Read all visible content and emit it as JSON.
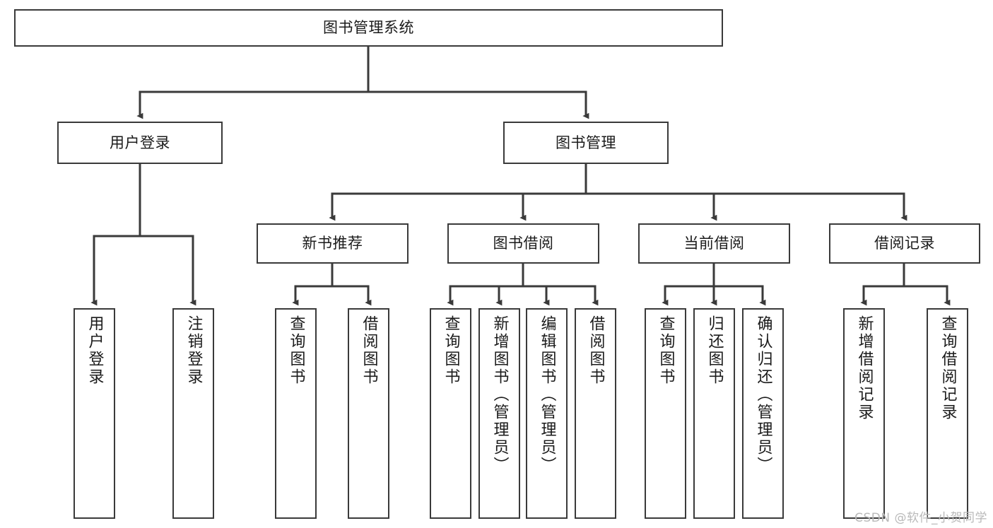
{
  "diagram": {
    "title": "图书管理系统",
    "type": "tree-hierarchy-diagram",
    "line_color": "#3a3a3a",
    "box_fill": "#ffffff",
    "text_color": "#1b1b1b"
  },
  "nodes": {
    "root": {
      "label": "图书管理系统"
    },
    "level2": [
      {
        "label": "用户登录"
      },
      {
        "label": "图书管理"
      }
    ],
    "level3": [
      {
        "label": "新书推荐"
      },
      {
        "label": "图书借阅"
      },
      {
        "label": "当前借阅"
      },
      {
        "label": "借阅记录"
      }
    ],
    "leaves_user_login": [
      {
        "label": "用户登录"
      },
      {
        "label": "注销登录"
      }
    ],
    "leaves_new_book": [
      {
        "label": "查询图书"
      },
      {
        "label": "借阅图书"
      }
    ],
    "leaves_borrow": [
      {
        "label": "查询图书"
      },
      {
        "label": "新增图书（管理员）"
      },
      {
        "label": "编辑图书（管理员）"
      },
      {
        "label": "借阅图书"
      }
    ],
    "leaves_current": [
      {
        "label": "查询图书"
      },
      {
        "label": "归还图书"
      },
      {
        "label": "确认归还（管理员）"
      }
    ],
    "leaves_record": [
      {
        "label": "新增借阅记录"
      },
      {
        "label": "查询借阅记录"
      }
    ]
  },
  "watermark": {
    "text": "CSDN @软件_小贺同学"
  }
}
